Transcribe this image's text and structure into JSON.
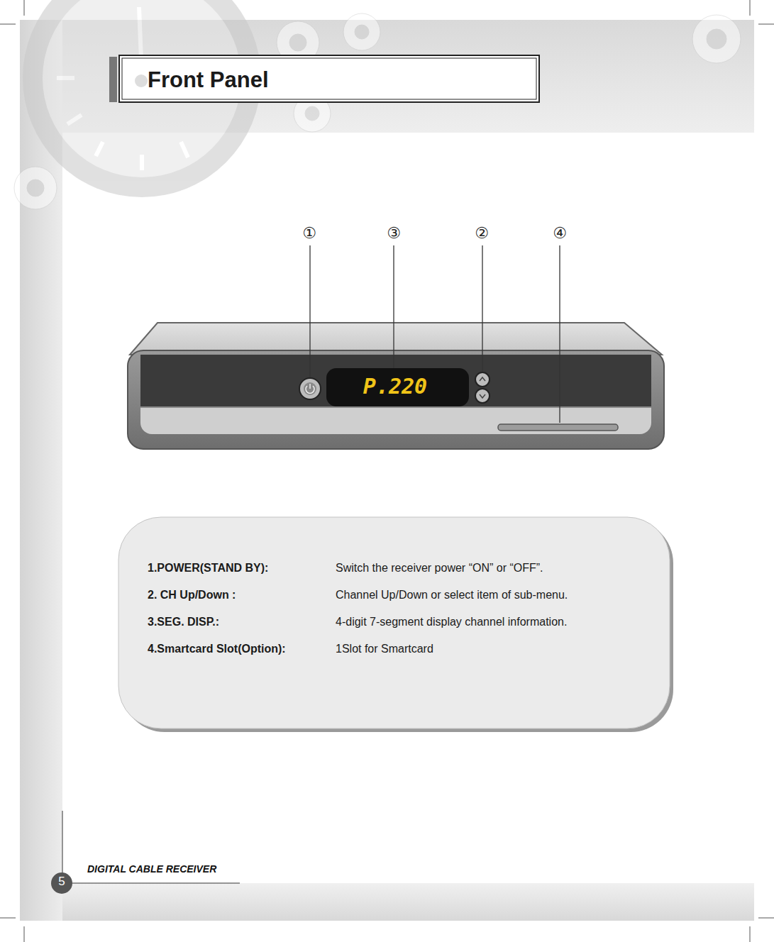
{
  "diagram": {
    "title": "Front Panel",
    "nodes": [
      {
        "text": [
          "1.POWER(STAND BY):",
          "Switch the receiver power “ON” or “OFF”.",
          "2. CH Up/Down :",
          "Channel Up/Down or select item of sub-menu.",
          "3.SEG. DISP.:",
          "4-digit 7-segment display channel information.",
          "4.Smartcard Slot(Option):",
          "1Slot for Smartcard"
        ]
      }
    ],
    "labels": [
      "①",
      "③",
      "②",
      "④",
      "P.220",
      "DIGITAL CABLE RECEIVER",
      "5"
    ]
  }
}
